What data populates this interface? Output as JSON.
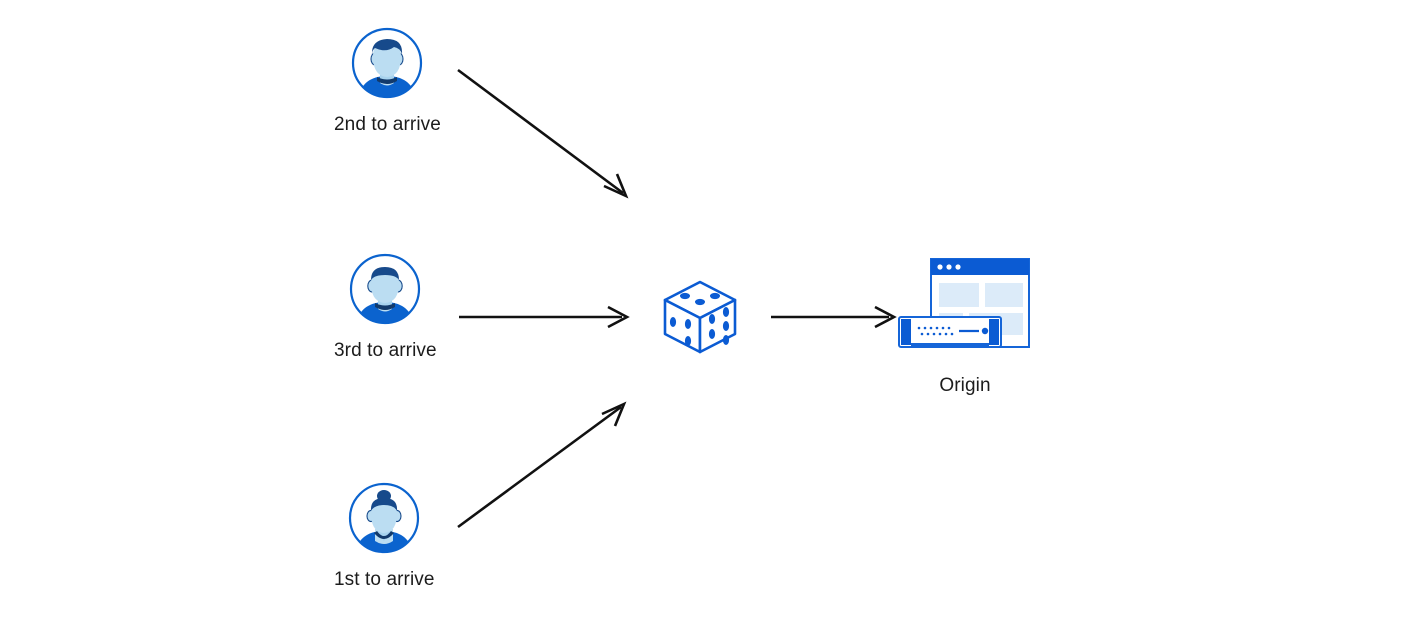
{
  "diagram": {
    "title": "Load balancing random selection to origin",
    "type": "flow-diagram",
    "background_color": "#ffffff",
    "colors": {
      "accent_blue": "#0B63CE",
      "deep_blue": "#0B5BD3",
      "navy": "#174A8B",
      "dark_navy": "#123A6B",
      "light_blue": "#BBDDF2",
      "pale_blue": "#DCEBF9",
      "arrow": "#111111",
      "text": "#1c1c1c"
    },
    "clients": [
      {
        "id": "client-2nd",
        "label": "2nd to arrive",
        "icon": "user-avatar-icon",
        "hair_style": "short-swept",
        "order": 2
      },
      {
        "id": "client-3rd",
        "label": "3rd to arrive",
        "icon": "user-avatar-icon",
        "hair_style": "short-cropped",
        "order": 3
      },
      {
        "id": "client-1st",
        "label": "1st to arrive",
        "icon": "user-avatar-icon",
        "hair_style": "bun",
        "order": 1
      }
    ],
    "randomizer": {
      "id": "randomizer",
      "icon": "dice-icon",
      "label": "",
      "faces": {
        "top_dots": 3,
        "right_dots": 5,
        "left_dots": 3
      }
    },
    "origin": {
      "id": "origin",
      "label": "Origin",
      "icon": "origin-server-icon",
      "browser_window": {
        "titlebar_dots": 3
      }
    },
    "arrows": [
      {
        "id": "arrow-2nd-to-dice",
        "from": "client-2nd",
        "to": "randomizer",
        "direction": "down-right"
      },
      {
        "id": "arrow-3rd-to-dice",
        "from": "client-3rd",
        "to": "randomizer",
        "direction": "right"
      },
      {
        "id": "arrow-1st-to-dice",
        "from": "client-1st",
        "to": "randomizer",
        "direction": "up-right"
      },
      {
        "id": "arrow-dice-to-origin",
        "from": "randomizer",
        "to": "origin",
        "direction": "right"
      }
    ]
  }
}
